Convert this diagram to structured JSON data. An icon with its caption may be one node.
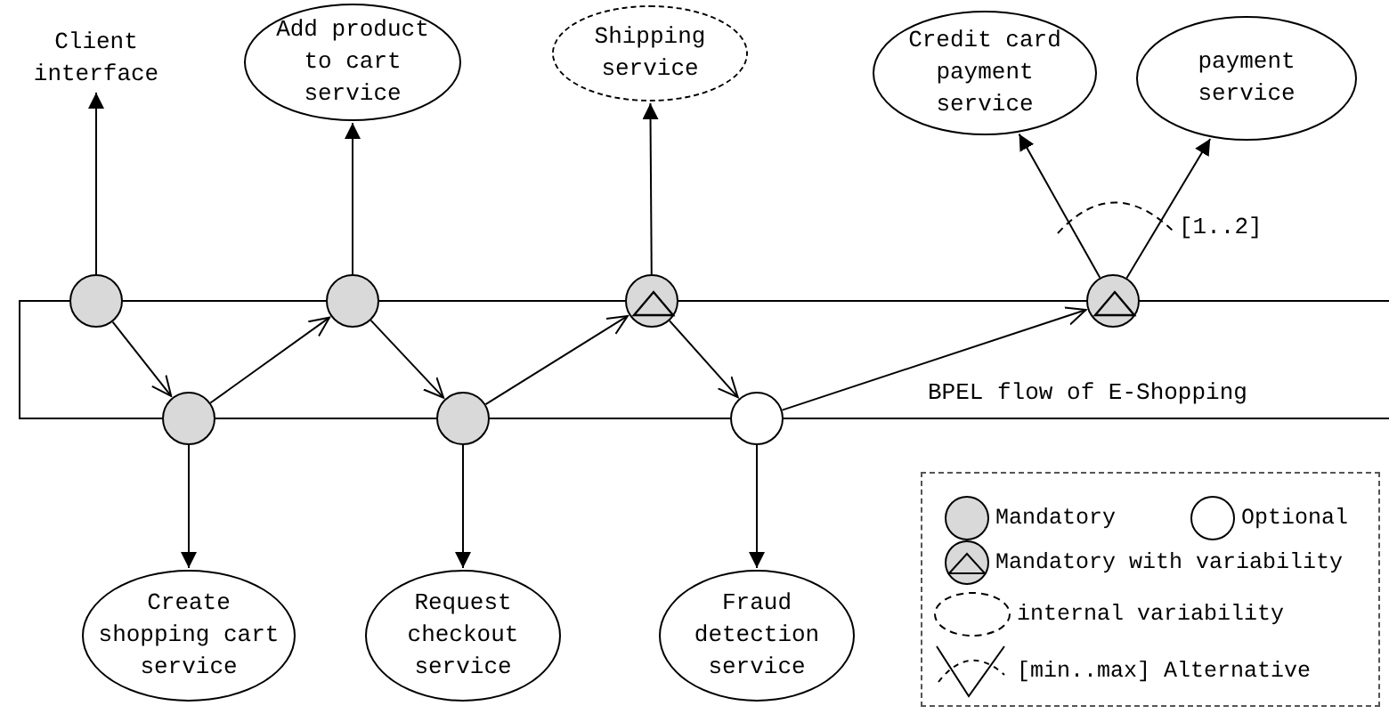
{
  "diagram": {
    "nodes": [
      {
        "text": [
          "Client interface"
        ]
      },
      {
        "text": [
          "Add product to cart service"
        ]
      },
      {
        "text": [
          "Shipping service"
        ]
      },
      {
        "text": [
          "Credit card payment service"
        ]
      },
      {
        "text": [
          "payment service"
        ]
      },
      {
        "text": [],
        "shape": "circle"
      },
      {
        "text": [],
        "shape": "circle"
      },
      {
        "text": [],
        "shape": "circle"
      },
      {
        "text": [],
        "shape": "circle"
      },
      {
        "text": [],
        "shape": "circle"
      },
      {
        "text": [],
        "shape": "circle"
      },
      {
        "text": [],
        "shape": "circle"
      },
      {
        "text": [
          "Create shopping cart service"
        ]
      },
      {
        "text": [
          "Request checkout service"
        ]
      },
      {
        "text": [
          "Fraud detection service"
        ]
      }
    ],
    "edges": [
      {
        "from": 5,
        "to": 0,
        "arrow": "to"
      },
      {
        "from": 7,
        "to": 1,
        "arrow": "to"
      },
      {
        "from": 9,
        "to": 2,
        "arrow": "to"
      },
      {
        "from": 11,
        "to": 3,
        "arrow": "to"
      },
      {
        "from": 11,
        "to": 4,
        "arrow": "to"
      },
      {
        "from": 6,
        "to": 12,
        "arrow": "to"
      },
      {
        "from": 8,
        "to": 13,
        "arrow": "to"
      },
      {
        "from": 10,
        "to": 14,
        "arrow": "to"
      },
      {
        "from": 5,
        "to": 6,
        "arrow": "to"
      },
      {
        "from": 6,
        "to": 7,
        "arrow": "to"
      },
      {
        "from": 7,
        "to": 8,
        "arrow": "to"
      },
      {
        "from": 8,
        "to": 9,
        "arrow": "to"
      },
      {
        "from": 9,
        "to": 10,
        "arrow": "to"
      },
      {
        "from": 10,
        "to": 11,
        "arrow": "to"
      }
    ],
    "labels": [
      "[1..2]",
      "BPEL flow of E-Shopping"
    ],
    "legend": [
      {
        "text": "Mandatory"
      },
      {
        "text": "Optional"
      },
      {
        "text": "Mandatory with variability"
      },
      {
        "text": "internal variability"
      },
      {
        "text": "[min..max] Alternative"
      }
    ]
  }
}
